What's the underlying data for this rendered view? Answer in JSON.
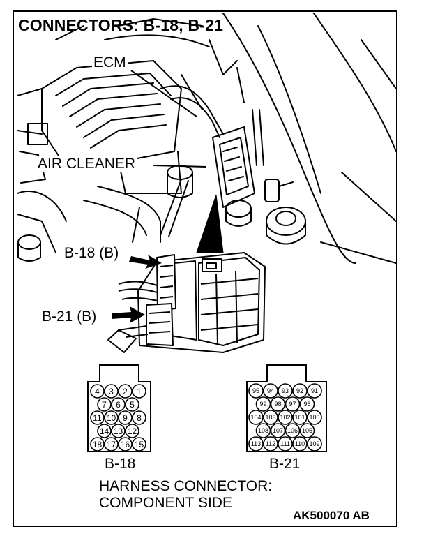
{
  "title": "CONNECTORS: B-18, B-21",
  "labels": {
    "ecm": "ECM",
    "air_cleaner": "AIR CLEANER",
    "b18_arrow": "B-18 (B)",
    "b21_arrow": "B-21 (B)"
  },
  "connectors": {
    "b18": {
      "name": "B-18",
      "rows": [
        [
          "4",
          "3",
          "2",
          "1"
        ],
        [
          "7",
          "6",
          "5"
        ],
        [
          "11",
          "10",
          "9",
          "8"
        ],
        [
          "14",
          "13",
          "12"
        ],
        [
          "18",
          "17",
          "16",
          "15"
        ]
      ]
    },
    "b21": {
      "name": "B-21",
      "rows": [
        [
          "95",
          "94",
          "93",
          "92",
          "91"
        ],
        [
          "99",
          "98",
          "97",
          "96"
        ],
        [
          "104",
          "103",
          "102",
          "101",
          "100"
        ],
        [
          "108",
          "107",
          "106",
          "105"
        ],
        [
          "113",
          "112",
          "111",
          "110",
          "109"
        ]
      ]
    }
  },
  "caption_line1": "HARNESS CONNECTOR:",
  "caption_line2": "COMPONENT SIDE",
  "figure_code": "AK500070 AB"
}
